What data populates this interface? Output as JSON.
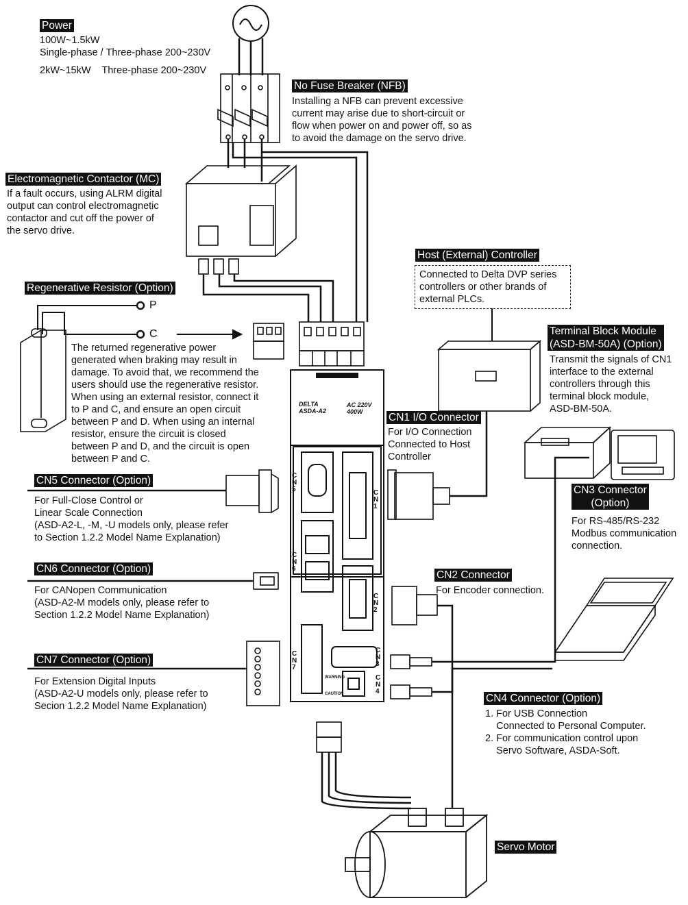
{
  "power": {
    "title": "Power",
    "line1": "100W~1.5kW",
    "line2": "Single-phase / Three-phase 200~230V",
    "line3": "2kW~15kW    Three-phase 200~230V"
  },
  "nfb": {
    "title": "No Fuse Breaker (NFB)",
    "desc": "Installing a NFB can prevent excessive\ncurrent may arise due to short-circuit or\nflow when power on and power off, so as\nto avoid the damage on the servo drive."
  },
  "mc": {
    "title": "Electromagnetic Contactor (MC)",
    "desc": "If a fault occurs, using ALRM digital\noutput can control electromagnetic\ncontactor and cut off the power of\nthe servo drive."
  },
  "regen": {
    "title": "Regenerative Resistor (Option)",
    "p_label": "P",
    "c_label": "C",
    "desc": "The returned regenerative power\ngenerated when braking may result in\ndamage. To avoid that, we recommend the\nusers should use the regenerative resistor.\nWhen using an external resistor, connect it\nto P and C, and ensure an open circuit\nbetween P and D. When using an internal\nresistor, ensure the circuit is closed\nbetween P and D, and the circuit is open\nbetween P and C."
  },
  "host": {
    "title": "Host (External) Controller",
    "desc": "Connected to Delta DVP series\ncontrollers or other brands of\nexternal PLCs."
  },
  "terminal": {
    "title": "Terminal Block Module\n(ASD-BM-50A) (Option)",
    "desc": "Transmit the signals of CN1\ninterface to the external\ncontrollers through this\nterminal block module,\nASD-BM-50A."
  },
  "cn1": {
    "title": "CN1 I/O Connector",
    "desc": "For I/O Connection\nConnected to Host\nController"
  },
  "cn3": {
    "title": "CN3 Connector\n(Option)",
    "desc": "For RS-485/RS-232\nModbus communication\nconnection."
  },
  "cn5": {
    "title": "CN5 Connector (Option)",
    "desc": "For Full-Close Control or\nLinear Scale Connection\n(ASD-A2-L, -M, -U models only, please refer\nto Section 1.2.2 Model Name Explanation)"
  },
  "cn6": {
    "title": "CN6 Connector (Option)",
    "desc": "For CANopen Communication\n(ASD-A2-M models only, please refer to\nSection 1.2.2 Model Name Explanation)"
  },
  "cn2": {
    "title": "CN2 Connector",
    "desc": "For Encoder connection."
  },
  "cn7": {
    "title": "CN7 Connector (Option)",
    "desc": "For Extension Digital Inputs\n(ASD-A2-U models only, please refer to\nSecion 1.2.2 Model Name Explanation)"
  },
  "cn4": {
    "title": "CN4 Connector (Option)",
    "desc": "1. For USB Connection\n    Connected to Personal Computer.\n2. For communication control upon\n    Servo Software, ASDA-Soft."
  },
  "motor": {
    "title": "Servo Motor"
  },
  "drive": {
    "rating": "AC 220V\n400W",
    "port_cn5": "CN5",
    "port_cn1": "CN1",
    "port_cn6": "CN6",
    "port_cn2": "CN2",
    "port_cn7": "CN7",
    "port_cn3": "CN3",
    "port_cn4": "CN4",
    "warning": "WARNING",
    "caution": "CAUTION"
  },
  "colors": {
    "ink": "#111111",
    "paper": "#ffffff"
  }
}
